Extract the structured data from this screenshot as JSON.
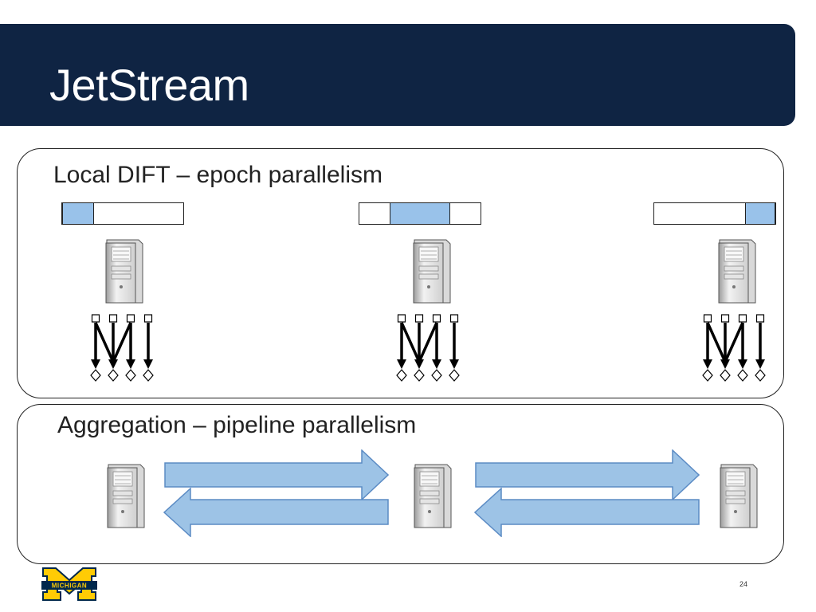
{
  "slide": {
    "title": "JetStream",
    "page_number": "24"
  },
  "local_dift": {
    "heading": "Local DIFT – epoch parallelism",
    "epoch_windows": [
      {
        "fill_start": 0.0,
        "fill_end": 0.26
      },
      {
        "fill_start": 0.25,
        "fill_end": 0.75
      },
      {
        "fill_start": 0.75,
        "fill_end": 1.0
      }
    ]
  },
  "aggregation": {
    "heading": "Aggregation – pipeline parallelism"
  },
  "logo": {
    "text": "MICHIGAN",
    "colors": {
      "maize": "#ffcb05",
      "blue": "#00274c"
    }
  },
  "colors": {
    "title_bar": "#0f2443",
    "fill": "#99c2ea",
    "arrow_fill": "#9dc3e6",
    "arrow_stroke": "#5b8bc4"
  }
}
